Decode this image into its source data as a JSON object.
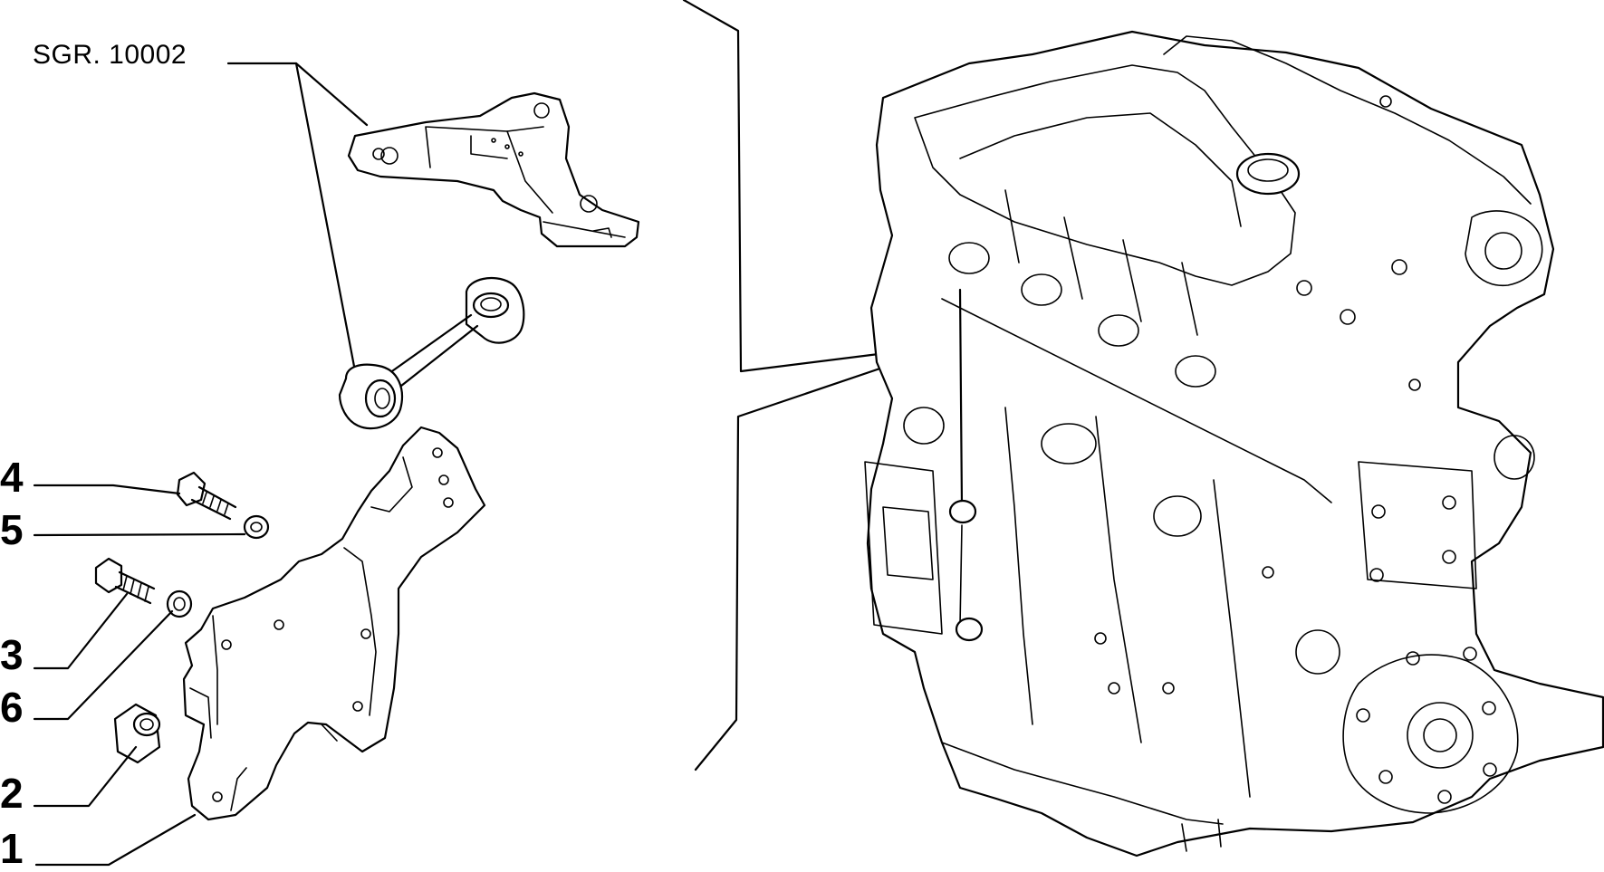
{
  "diagram": {
    "group_reference": "SGR. 10002",
    "callouts": [
      {
        "id": "4",
        "text": "4"
      },
      {
        "id": "5",
        "text": "5"
      },
      {
        "id": "3",
        "text": "3"
      },
      {
        "id": "6",
        "text": "6"
      },
      {
        "id": "2",
        "text": "2"
      },
      {
        "id": "1",
        "text": "1"
      }
    ]
  }
}
